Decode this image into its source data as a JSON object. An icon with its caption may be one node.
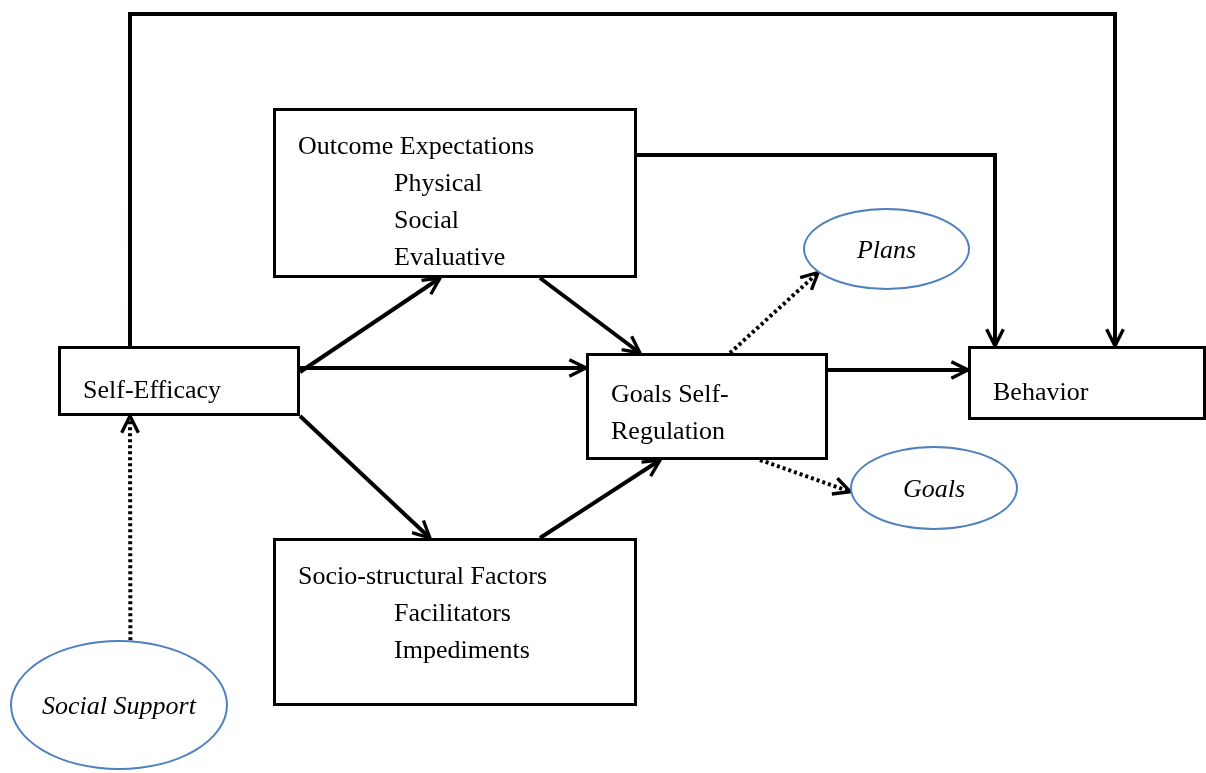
{
  "diagram": {
    "nodes": [
      {
        "text": [
          "Self-Efficacy"
        ]
      },
      {
        "text": [
          "Outcome Expectations",
          "Physical",
          "Social",
          "Evaluative"
        ]
      },
      {
        "text": [
          "Goals Self-Regulation"
        ]
      },
      {
        "text": [
          "Behavior"
        ]
      },
      {
        "text": [
          "Socio-structural Factors",
          "Facilitators",
          "Impediments"
        ]
      },
      {
        "text": [
          "Plans"
        ]
      },
      {
        "text": [
          "Goals"
        ]
      },
      {
        "text": [
          "Social Support"
        ]
      }
    ],
    "edges": [
      {
        "from": 0,
        "to": 3,
        "arrow": "to"
      },
      {
        "from": 1,
        "to": 3,
        "arrow": "to"
      },
      {
        "from": 0,
        "to": 1,
        "arrow": "to"
      },
      {
        "from": 0,
        "to": 2,
        "arrow": "to"
      },
      {
        "from": 0,
        "to": 4,
        "arrow": "to"
      },
      {
        "from": 1,
        "to": 2,
        "arrow": "to"
      },
      {
        "from": 4,
        "to": 2,
        "arrow": "to"
      },
      {
        "from": 2,
        "to": 3,
        "arrow": "to"
      },
      {
        "from": 2,
        "to": 5,
        "arrow": "to",
        "style": "dashed"
      },
      {
        "from": 2,
        "to": 6,
        "arrow": "to",
        "style": "dashed"
      },
      {
        "from": 7,
        "to": 0,
        "arrow": "to",
        "style": "dashed"
      }
    ]
  }
}
